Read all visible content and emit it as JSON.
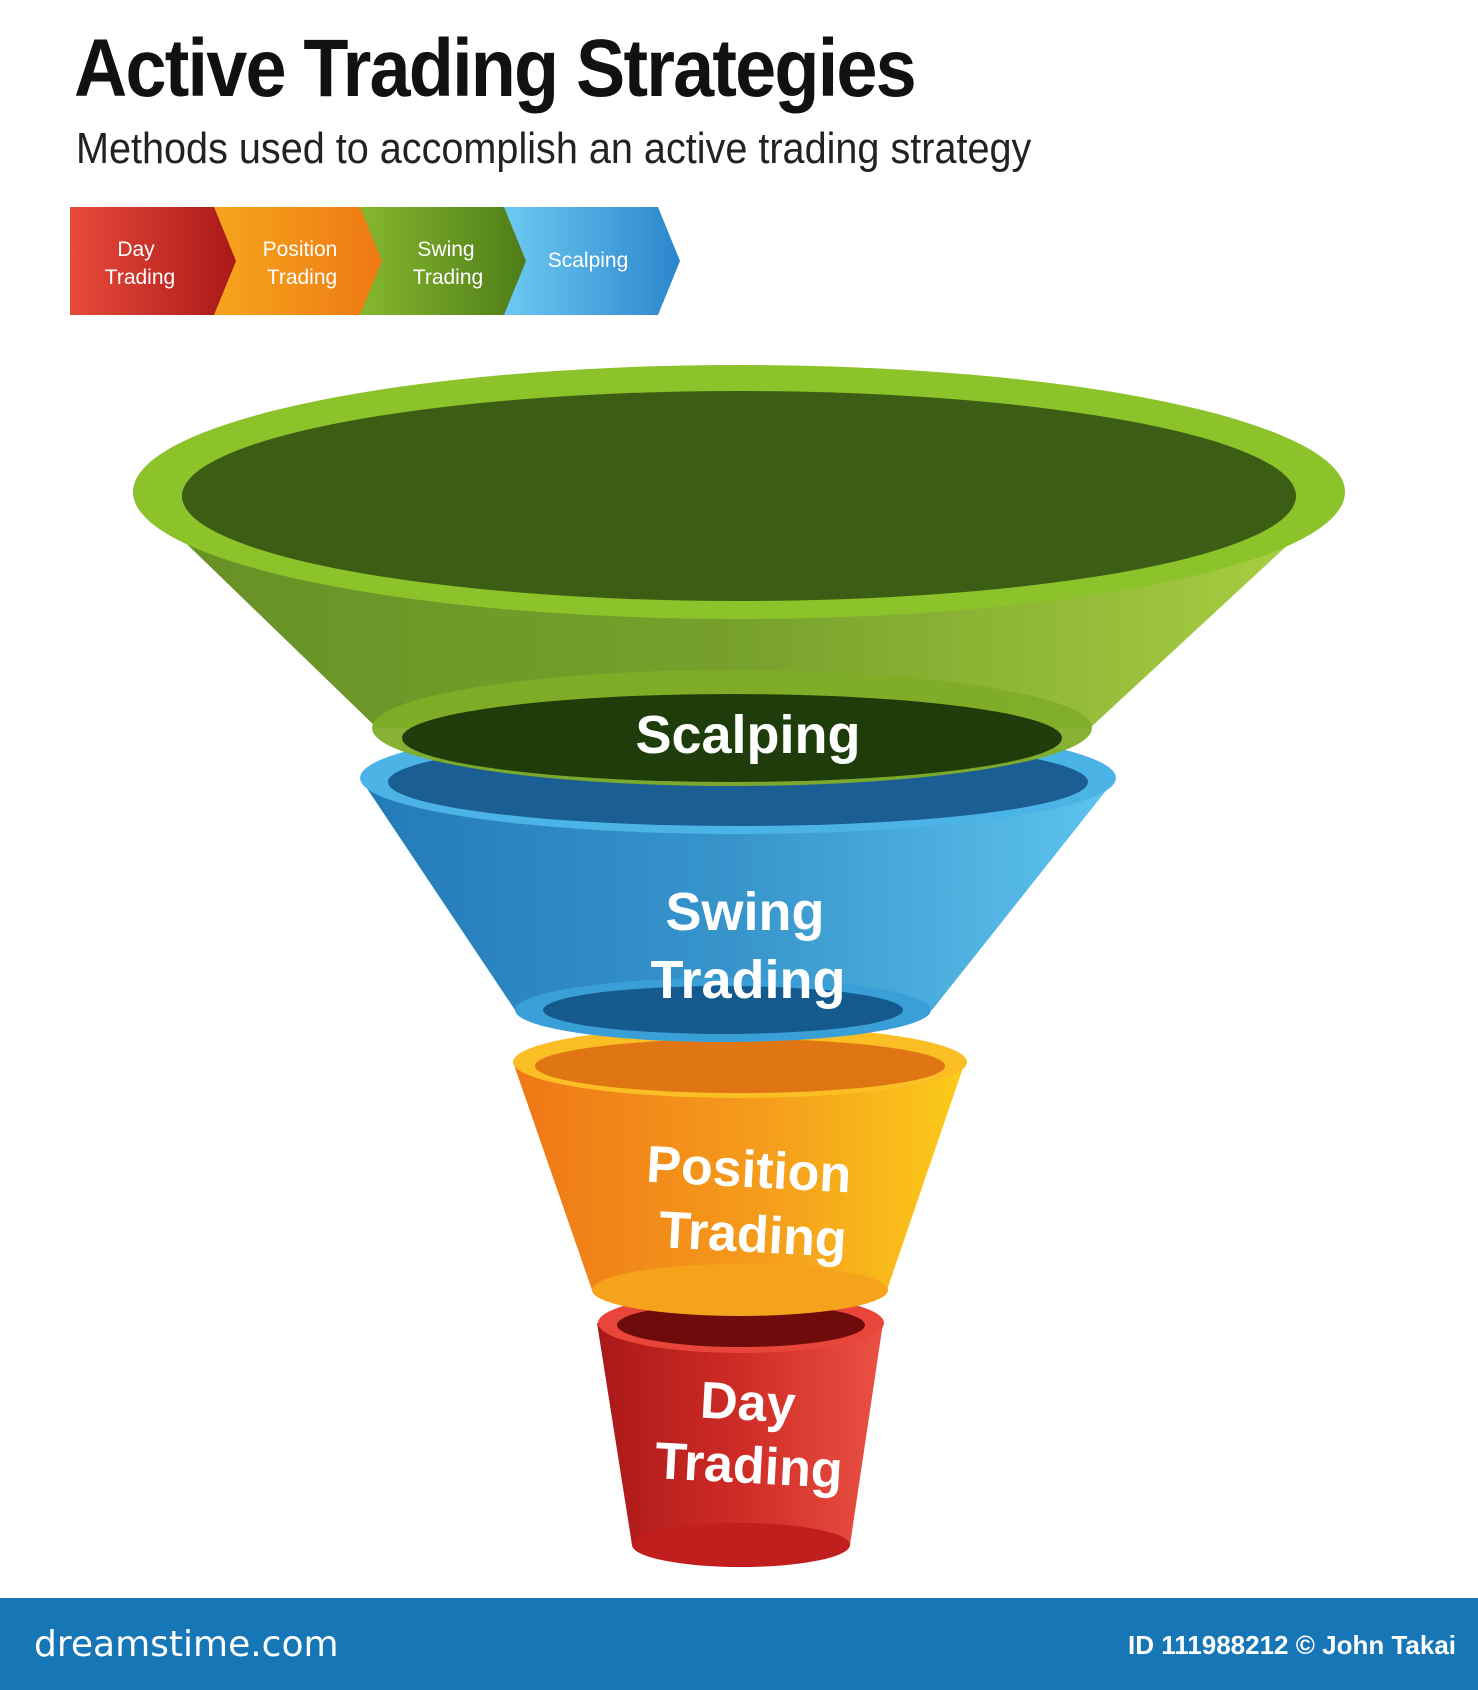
{
  "title": "Active Trading Strategies",
  "subtitle": "Methods used to accomplish an active trading strategy",
  "legend": [
    {
      "lines": [
        "Day",
        "Trading"
      ],
      "color_dark": "#b21d1d",
      "color_light": "#e84a3a"
    },
    {
      "lines": [
        "Position",
        "Trading"
      ],
      "color_dark": "#ef7b16",
      "color_light": "#f8b31b"
    },
    {
      "lines": [
        "Swing",
        "Trading"
      ],
      "color_dark": "#4f7d18",
      "color_light": "#79ad28"
    },
    {
      "lines": [
        "Scalping"
      ],
      "color_dark": "#2e8fd2",
      "color_light": "#63c3f0"
    }
  ],
  "funnel": {
    "scalping": {
      "lines": [
        "Scalping"
      ],
      "color": "#8cb82c"
    },
    "swing": {
      "lines": [
        "Swing",
        "Trading"
      ],
      "color": "#3fa3d6"
    },
    "position": {
      "lines": [
        "Position",
        "Trading"
      ],
      "color": "#f5a21b"
    },
    "day": {
      "lines": [
        "Day",
        "Trading"
      ],
      "color": "#d5302b"
    }
  },
  "footer": {
    "site": "dreamstime.com",
    "credit": "ID 111988212 © John Takai"
  }
}
